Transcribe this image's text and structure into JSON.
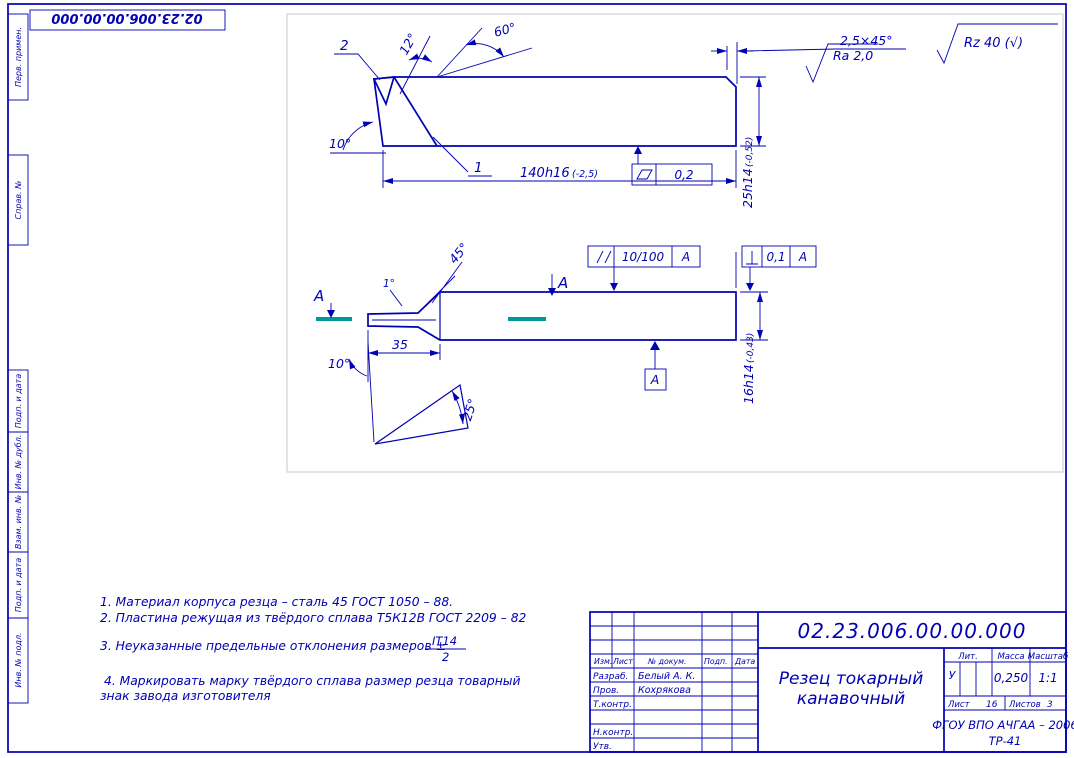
{
  "stamp": {
    "doc_number_top": "02.23.006.00.00.000"
  },
  "side_strip": {
    "labels": [
      "Перв. примен.",
      "Справ. №",
      "Подп. и дата",
      "Инв. № дубл.",
      "Взам. инв. №",
      "Подп. и дата",
      "Инв. № подл."
    ]
  },
  "surface_finish": {
    "corner": "Rz 40 (√)",
    "face": "Ra 2,0"
  },
  "front_view": {
    "callout_insert": "2",
    "callout_edge": "1",
    "angle_back": "12°",
    "angle_main": "60°",
    "angle_clearance": "10°",
    "length": "140h16",
    "length_tol": "(-2,5)",
    "chamfer": "2,5×45°",
    "height": "25h14",
    "height_tol": "(-0,52)",
    "flatness": "0,2"
  },
  "plan_view": {
    "angle_chamfer": "45°",
    "angle_side": "1°",
    "head_length": "35",
    "angle_bottom": "10°",
    "angle_section": "25°",
    "section_label_left": "A",
    "section_label_right": "A",
    "parallelism": "10/100",
    "parallelism_datum": "A",
    "perpendicularity": "0,1",
    "perpendicularity_datum": "A",
    "width": "16h14",
    "width_tol": "(-0,43)",
    "datum_label": "A"
  },
  "notes": {
    "line1": "1. Материал корпуса резца – сталь 45 ГОСТ 1050 – 88.",
    "line2": "2. Пластина режущая из твёрдого сплава Т5К12В ГОСТ 2209 – 82",
    "line3": "3. Неуказанные предельные отклонения размеров ±",
    "frac_num": "IT14",
    "frac_den": "2",
    "line4": "4. Маркировать марку твёрдого сплава размер резца товарный",
    "line5": "знак завода изготовителя"
  },
  "title_block": {
    "doc_number": "02.23.006.00.00.000",
    "title_line1": "Резец токарный",
    "title_line2": "канавочный",
    "col_izm": "Изм.",
    "col_list": "Лист",
    "col_doc": "№ докум.",
    "col_podp": "Подп.",
    "col_data": "Дата",
    "row_razrab": "Разраб.",
    "razrab_name": "Белый А. К.",
    "row_prov": "Пров.",
    "prov_name": "Кохрякова",
    "row_tkontr": "Т.контр.",
    "row_nkontr": "Н.контр.",
    "row_utv": "Утв.",
    "lit_label": "Лит.",
    "mass_label": "Масса",
    "scale_label": "Масштаб",
    "lit_value": "У",
    "mass_value": "0,250",
    "scale_value": "1:1",
    "sheet_label": "Лист",
    "sheet_value": "16",
    "sheets_label": "Листов",
    "sheets_value": "3",
    "org_line1": "ФГОУ ВПО АЧГАА – 2006",
    "org_line2": "ТР-41"
  }
}
